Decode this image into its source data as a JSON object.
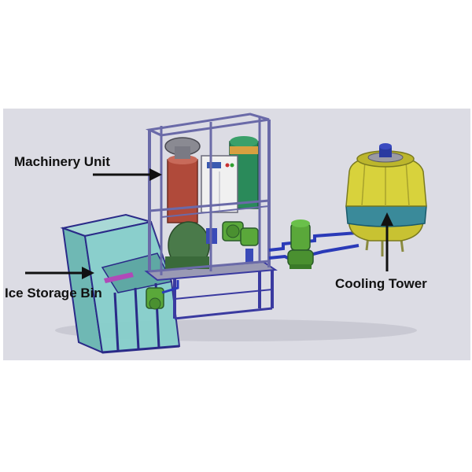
{
  "labels": {
    "machinery_unit": "Machinery Unit",
    "ice_storage_bin": "Ice Storage Bin",
    "cooling_tower": "Cooling Tower"
  },
  "colors": {
    "backdrop": "#dcdce4",
    "frame": "#5a5ab8",
    "bin_fill": "#7ec8c4",
    "tower_body": "#d8d23c",
    "tower_band": "#3a8a9a",
    "tower_fan": "#2a3aa0",
    "pipe": "#2a3ab8",
    "pump": "#5aa83a",
    "tank_red": "#b04a3a",
    "tank_green": "#2a8a5a",
    "arrow": "#111111"
  }
}
